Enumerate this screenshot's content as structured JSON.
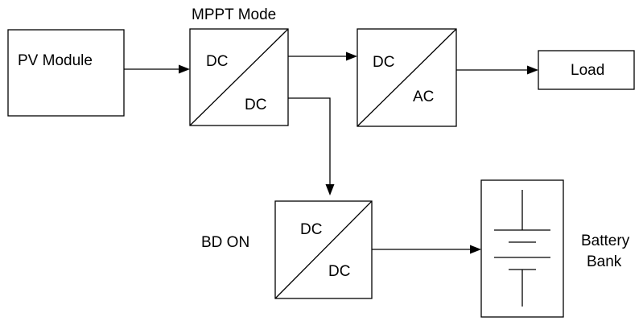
{
  "diagram": {
    "pv": {
      "label": "PV Module"
    },
    "mppt": {
      "caption": "MPPT Mode",
      "input": "DC",
      "output": "DC"
    },
    "inverter": {
      "input": "DC",
      "output": "AC"
    },
    "load": {
      "label": "Load"
    },
    "bidirectional": {
      "caption": "BD ON",
      "input": "DC",
      "output": "DC"
    },
    "battery": {
      "label_line1": "Battery",
      "label_line2": "Bank"
    }
  }
}
